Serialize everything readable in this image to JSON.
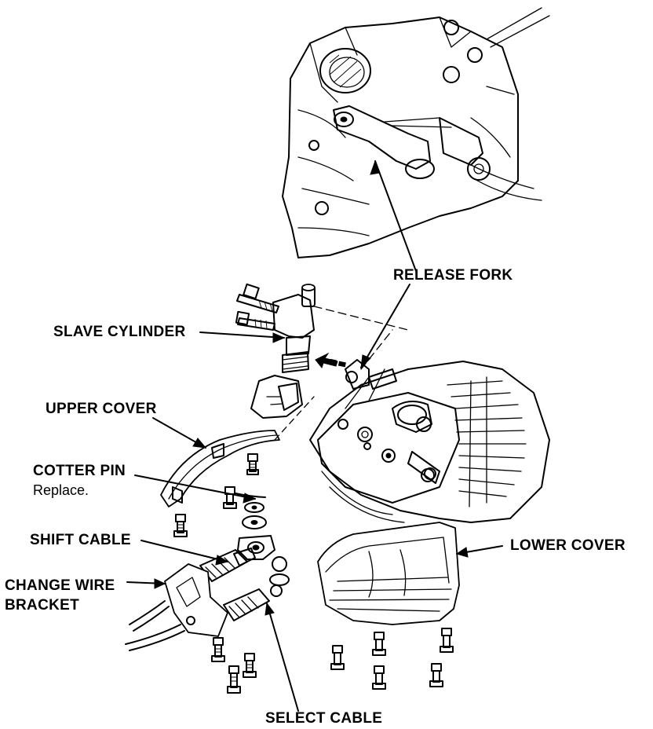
{
  "labels": {
    "release_fork": "RELEASE FORK",
    "slave_cylinder": "SLAVE CYLINDER",
    "upper_cover": "UPPER COVER",
    "cotter_pin": "COTTER PIN",
    "cotter_pin_note": "Replace.",
    "shift_cable": "SHIFT CABLE",
    "change_wire_bracket_line1": "CHANGE WIRE",
    "change_wire_bracket_line2": "BRACKET",
    "lower_cover": "LOWER COVER",
    "select_cable": "SELECT CABLE"
  },
  "colors": {
    "ink": "#000000",
    "paper": "#ffffff"
  }
}
